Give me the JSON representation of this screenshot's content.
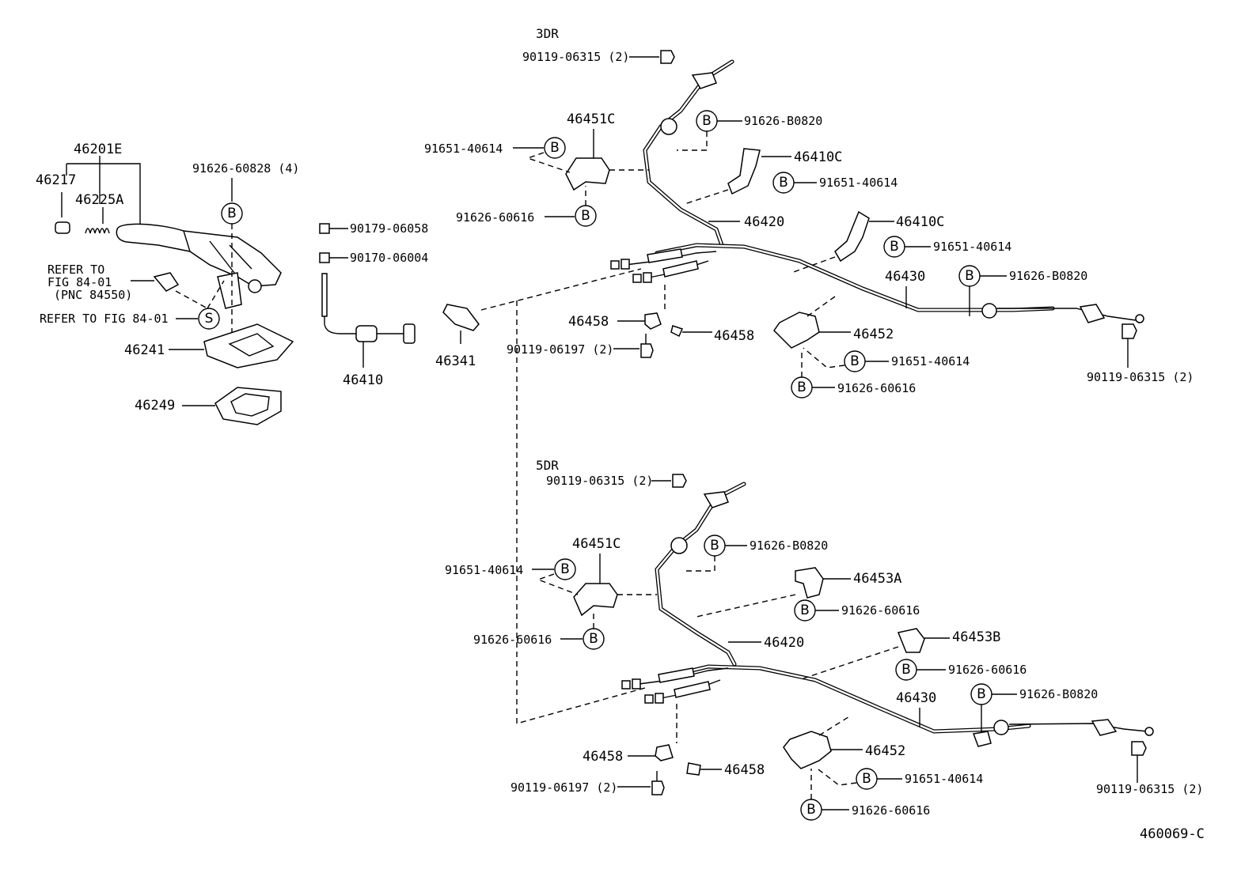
{
  "sections": {
    "upper": "3DR",
    "lower": "5DR"
  },
  "badges": {
    "bolt": "B",
    "screw": "S"
  },
  "lever_group": {
    "assembly": "46201E",
    "knob": "46217",
    "spring": "46225A",
    "bolt": "91626-60828 (4)",
    "refer_1_line1": "REFER TO",
    "refer_1_line2": "FIG 84-01",
    "refer_1_line3": "(PNC 84550)",
    "refer_2": "REFER TO FIG 84-01",
    "bracket": "46241",
    "boot": "46249"
  },
  "front_cable": {
    "nut_1": "90179-06058",
    "nut_2": "90170-06004",
    "cable": "46410",
    "equalizer": "46341"
  },
  "upper": {
    "bolt_top": "90119-06315 (2)",
    "bolt_clamp": "91626-B0820",
    "clamp": "46451C",
    "bolt_clamp_left": "91651-40614",
    "bolt_clamp_lower": "91626-60616",
    "bracket_1": "46410C",
    "bracket_1_bolt": "91651-40614",
    "cable_left": "46420",
    "bracket_2": "46410C",
    "bracket_2_bolt": "91651-40614",
    "cable_right": "46430",
    "bolt_right_clamp": "91626-B0820",
    "clip_1": "46458",
    "clip_2": "46458",
    "bolt_clip": "90119-06197 (2)",
    "retainer": "46452",
    "retainer_bolt_1": "91651-40614",
    "retainer_bolt_2": "91626-60616",
    "bolt_right": "90119-06315 (2)"
  },
  "lower": {
    "bolt_top": "90119-06315 (2)",
    "bolt_clamp": "91626-B0820",
    "clamp": "46451C",
    "bolt_clamp_left": "91651-40614",
    "bolt_clamp_lower": "91626-60616",
    "bracket_a": "46453A",
    "bracket_a_bolt": "91626-60616",
    "cable_left": "46420",
    "bracket_b": "46453B",
    "bracket_b_bolt": "91626-60616",
    "cable_right": "46430",
    "bolt_right_clamp": "91626-B0820",
    "clip_1": "46458",
    "clip_2": "46458",
    "bolt_clip": "90119-06197 (2)",
    "retainer": "46452",
    "retainer_bolt_1": "91651-40614",
    "retainer_bolt_2": "91626-60616",
    "bolt_right": "90119-06315 (2)"
  },
  "figure_code": "460069-C"
}
